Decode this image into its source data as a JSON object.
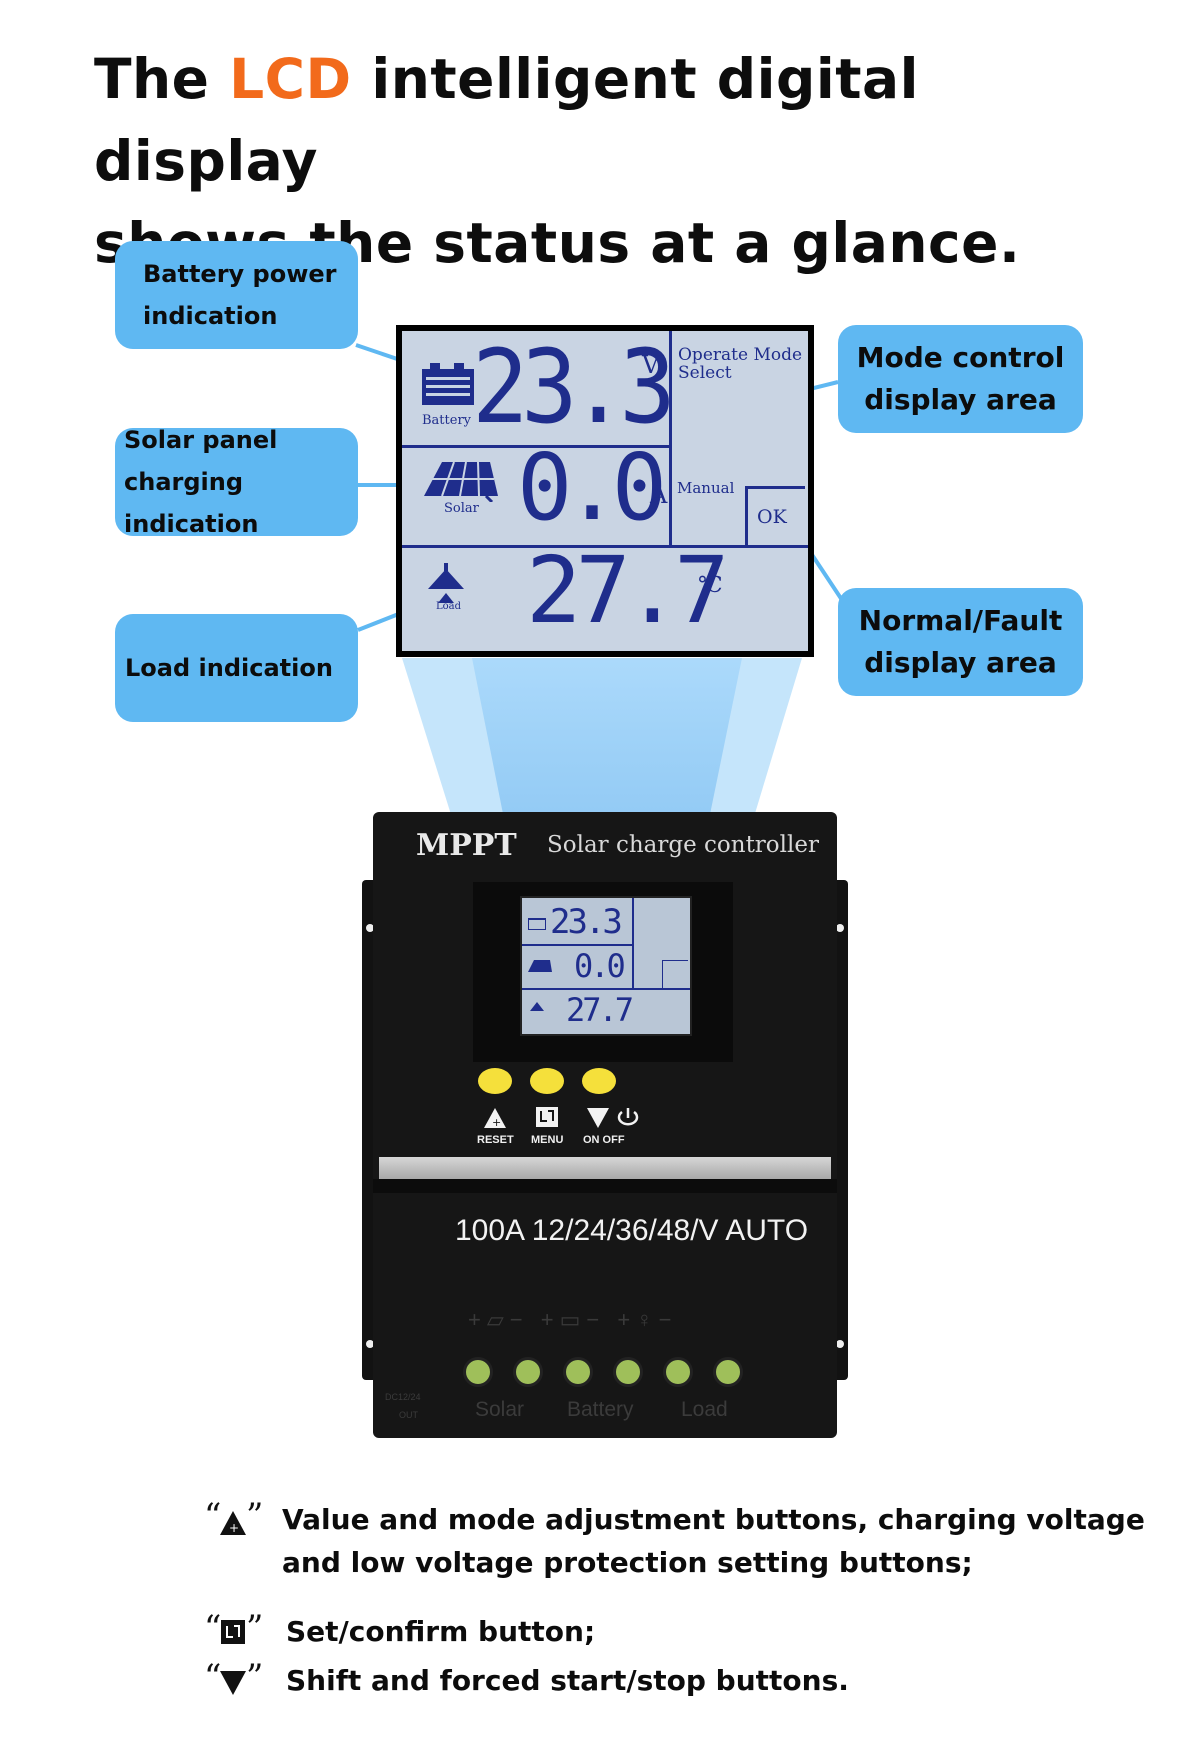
{
  "headline": {
    "line1_prefix": "The ",
    "line1_accent": "LCD",
    "line1_suffix": " intelligent digital display",
    "line2": "shows the status at a glance."
  },
  "callouts": {
    "battery": {
      "line1": "Battery power",
      "line2": "indication"
    },
    "solar": {
      "line1": "Solar panel",
      "line2": "charging indication"
    },
    "load": {
      "line1": "Load indication"
    },
    "mode": {
      "line1": "Mode control",
      "line2": "display area"
    },
    "fault": {
      "line1": "Normal/Fault",
      "line2": "display area"
    }
  },
  "lcd": {
    "battery_value": "23.3",
    "battery_unit": "V",
    "battery_label": "Battery",
    "current_value": "0.0",
    "current_unit": "A",
    "solar_label": "Solar",
    "temp_value": "27.7",
    "temp_unit": "℃",
    "load_label": "Load",
    "mode_line1": "Operate Mode",
    "mode_line2": "Select",
    "manual_label": "Manual",
    "ok_label": "OK"
  },
  "controller": {
    "brand": "MPPT",
    "title": "Solar charge controller",
    "reset_label": "RESET",
    "menu_label": "MENU",
    "onoff_label": "ON OFF",
    "rating": "100A 12/24/36/48/V AUTO",
    "terminal_solar": "Solar",
    "terminal_battery": "Battery",
    "terminal_load": "Load",
    "corner_text_1": "DC12/24",
    "corner_text_2": "OUT"
  },
  "legend": {
    "up_line1": "Value and mode adjustment buttons, charging voltage",
    "up_line2": "and low voltage protection setting buttons;",
    "set": "Set/confirm button;",
    "down": "Shift and forced start/stop buttons."
  },
  "colors": {
    "accent": "#f26a1b",
    "callout_blue": "#5fb8f2",
    "lcd_background": "#c9d4e3",
    "lcd_digits": "#1f2d8c",
    "button_yellow": "#f5e03b",
    "terminal_green": "#9fbf5a"
  }
}
